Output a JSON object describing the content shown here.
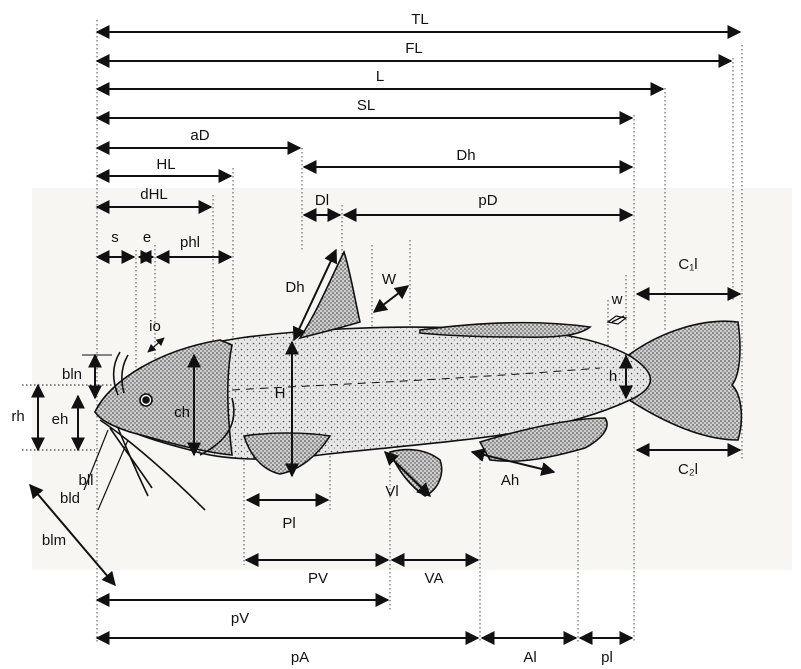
{
  "figure": {
    "labels": {
      "TL": "TL",
      "FL": "FL",
      "L": "L",
      "SL": "SL",
      "aD": "aD",
      "Dh_top": "Dh",
      "HL": "HL",
      "dHL": "dHL",
      "Dl": "Dl",
      "pD": "pD",
      "s": "s",
      "e": "e",
      "phl": "phl",
      "Dh_fin": "Dh",
      "W": "W",
      "w": "w",
      "C1l": "C₁l",
      "io": "io",
      "bln": "bln",
      "rh": "rh",
      "eh": "eh",
      "ch": "ch",
      "H": "H",
      "h": "h",
      "bll": "bll",
      "bld": "bld",
      "blm": "blm",
      "Pl": "Pl",
      "Vl": "Vl",
      "Ah": "Ah",
      "C2l": "C₂l",
      "PV": "PV",
      "VA": "VA",
      "pV": "pV",
      "pA": "pA",
      "Al": "Al",
      "pl": "pl"
    },
    "colors": {
      "ink": "#111111",
      "fin": "#555555",
      "body_fill": "#d9d9d9",
      "panel": "#f7f6f3"
    }
  }
}
